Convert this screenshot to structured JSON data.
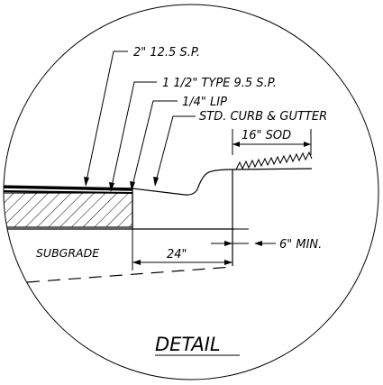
{
  "labels": {
    "surface_course": "2\" 12.5 S.P.",
    "base_course": "1 1/2\" TYPE 9.5 S.P.",
    "lip": "1/4\" LIP",
    "curb": "STD. CURB & GUTTER",
    "sod": "16\" SOD",
    "subgrade": "SUBGRADE",
    "width": "24\"",
    "depth": "6\" MIN.",
    "title": "DETAIL"
  }
}
